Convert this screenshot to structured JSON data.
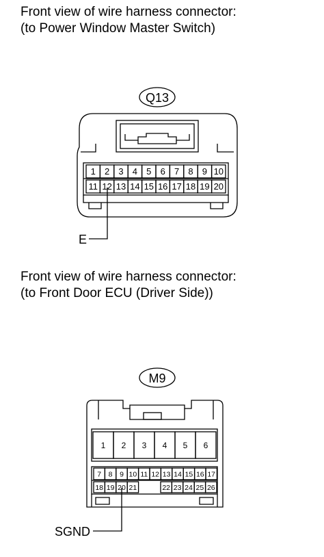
{
  "connector_q13": {
    "caption_line1": "Front view of wire harness connector:",
    "caption_line2": "(to Power Window Master Switch)",
    "code": "Q13",
    "row1_pins": [
      "1",
      "2",
      "3",
      "4",
      "5",
      "6",
      "7",
      "8",
      "9",
      "10"
    ],
    "row2_pins": [
      "11",
      "12",
      "13",
      "14",
      "15",
      "16",
      "17",
      "18",
      "19",
      "20"
    ],
    "callout_label": "E",
    "callout_pin": "12"
  },
  "connector_m9": {
    "caption_line1": "Front view of wire harness connector:",
    "caption_line2": "(to Front Door ECU (Driver Side))",
    "code": "M9",
    "top_row_pins": [
      "1",
      "2",
      "3",
      "4",
      "5",
      "6"
    ],
    "mid_row_pins": [
      "7",
      "8",
      "9",
      "10",
      "11",
      "12",
      "13",
      "14",
      "15",
      "16",
      "17"
    ],
    "bottom_row_left_pins": [
      "18",
      "19",
      "20",
      "21"
    ],
    "bottom_row_right_pins": [
      "22",
      "23",
      "24",
      "25",
      "26"
    ],
    "callout_label": "SGND",
    "callout_pin": "20"
  }
}
